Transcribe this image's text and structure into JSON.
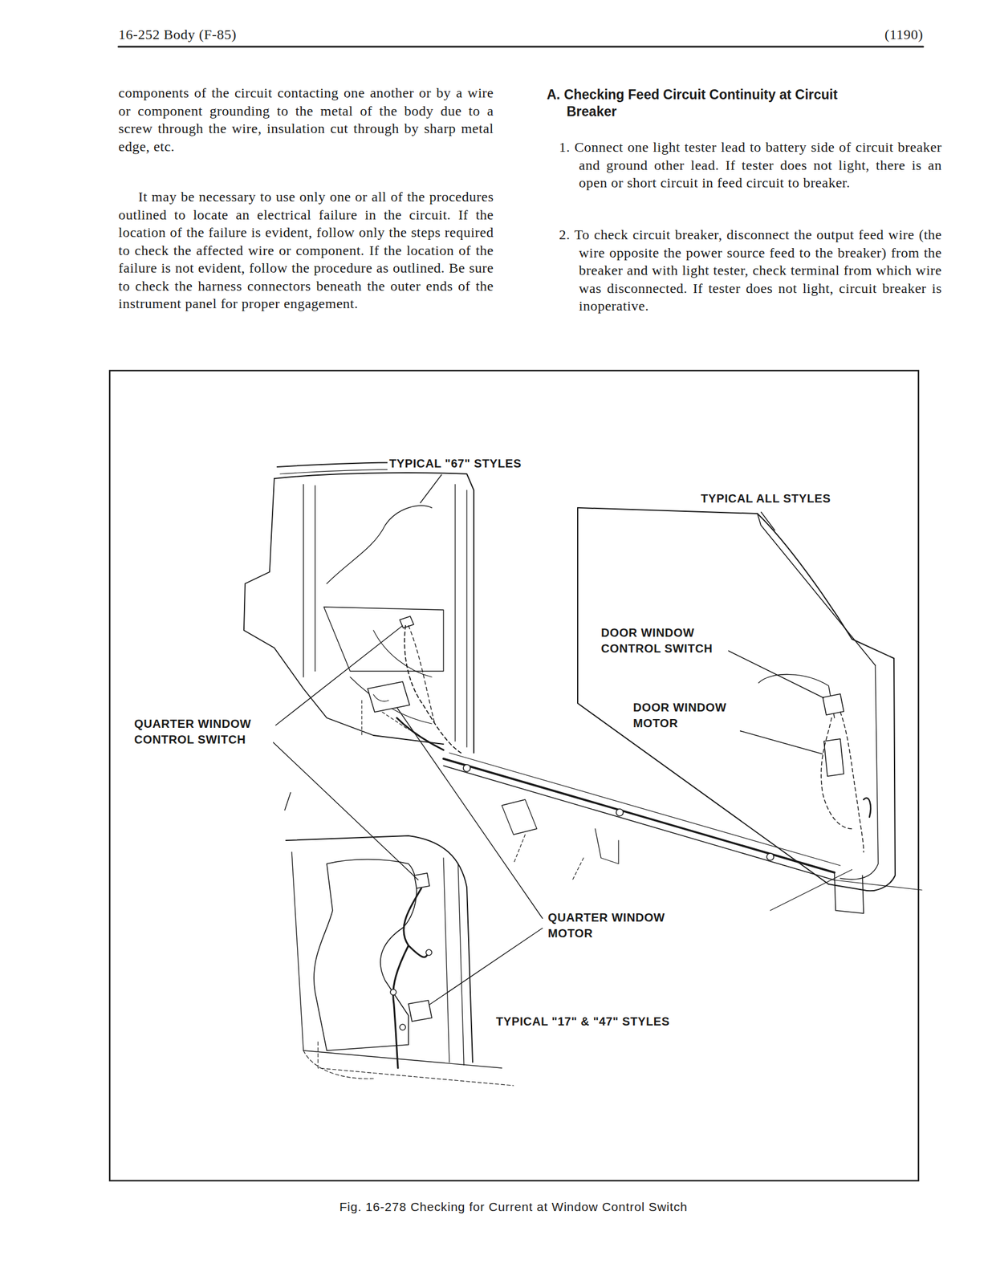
{
  "diagram": {
    "caption": "Fig. 16-278 Checking for Current at Window Control Switch",
    "labels": [
      "16-252 Body (F-85)",
      "(1190)",
      "components of the circuit contacting one another or by a wire or component grounding to the metal of the body due to a screw through the wire, insulation cut through by sharp metal edge, etc.",
      "It may be necessary to use only one or all of the procedures outlined to locate an electrical failure in the circuit. If the location of the failure is evident, follow only the steps required to check the affected wire or component. If the location of the failure is not evident, follow the procedure as outlined. Be sure to check the harness connectors beneath the outer ends of the instrument panel for proper engagement.",
      "A. Checking Feed Circuit Continuity at Circuit Breaker",
      "1. Connect one light tester lead to battery side of circuit breaker and ground other lead. If tester does not light, there is an open or short circuit in feed circuit to breaker.",
      "2. To check circuit breaker, disconnect the output feed wire (the wire opposite the power source feed to the breaker) from the breaker and with light tester, check terminal from which wire was disconnected. If tester does not light, circuit breaker is inoperative.",
      "TYPICAL \"67\" STYLES",
      "TYPICAL ALL STYLES",
      "DOOR WINDOW CONTROL SWITCH",
      "DOOR WINDOW MOTOR",
      "QUARTER WINDOW CONTROL SWITCH",
      "QUARTER WINDOW MOTOR",
      "TYPICAL \"17\" & \"47\" STYLES"
    ]
  }
}
